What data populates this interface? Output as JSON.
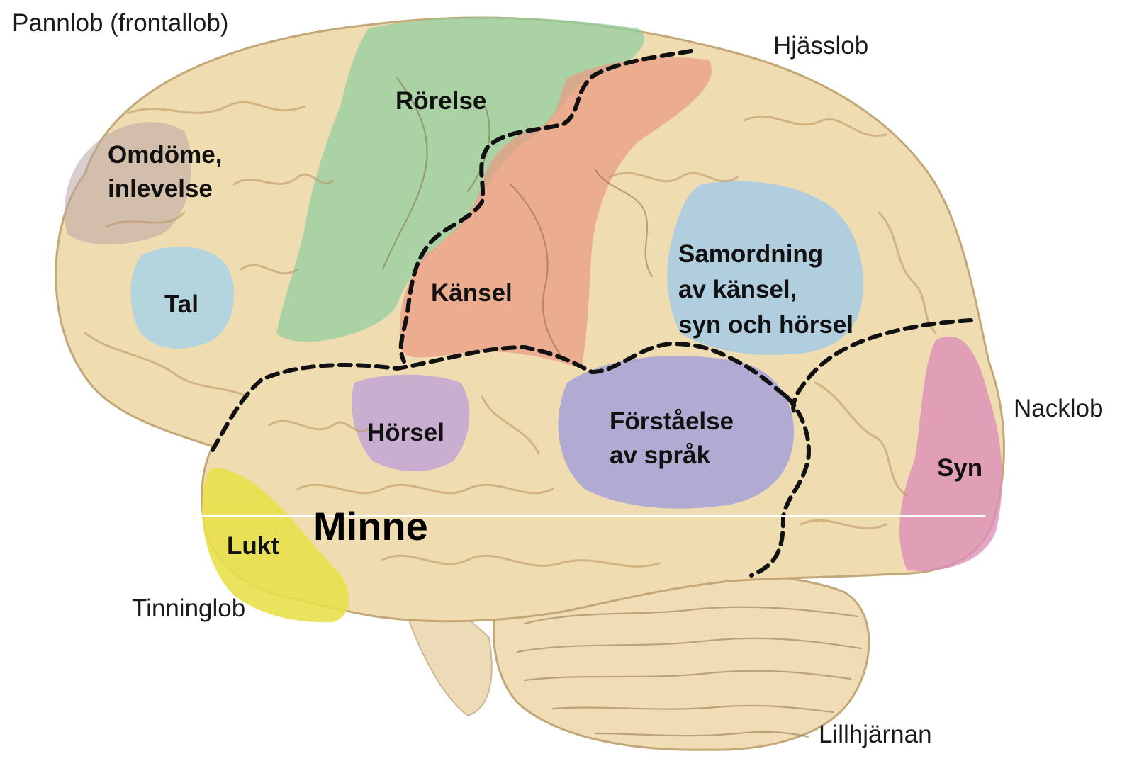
{
  "lobes": {
    "frontal": "Pannlob (frontallob)",
    "parietal": "Hjässlob",
    "occipital": "Nacklob",
    "temporal": "Tinninglob",
    "cerebellum": "Lillhjärnan"
  },
  "regions": {
    "judgement_line1": "Omdöme,",
    "judgement_line2": "inlevelse",
    "movement": "Rörelse",
    "speech": "Tal",
    "touch": "Känsel",
    "coordination_line1": "Samordning",
    "coordination_line2": "av känsel,",
    "coordination_line3": "syn och hörsel",
    "hearing": "Hörsel",
    "comprehension_line1": "Förståelse",
    "comprehension_line2": "av språk",
    "vision": "Syn",
    "smell": "Lukt",
    "memory": "Minne"
  },
  "colors": {
    "brain_base": "#efdcb0",
    "judgement_area": "#b9a6a6",
    "movement_area": "#8fcfa0",
    "speech_area": "#a9d4e6",
    "touch_area": "#e99a84",
    "coordination_area": "#a6cbe6",
    "hearing_area": "#c2a3d6",
    "comprehension_area": "#a6a2db",
    "vision_area": "#dd8eb8",
    "smell_area": "#e8e04c",
    "cerebellum": "#f0ddb5"
  }
}
